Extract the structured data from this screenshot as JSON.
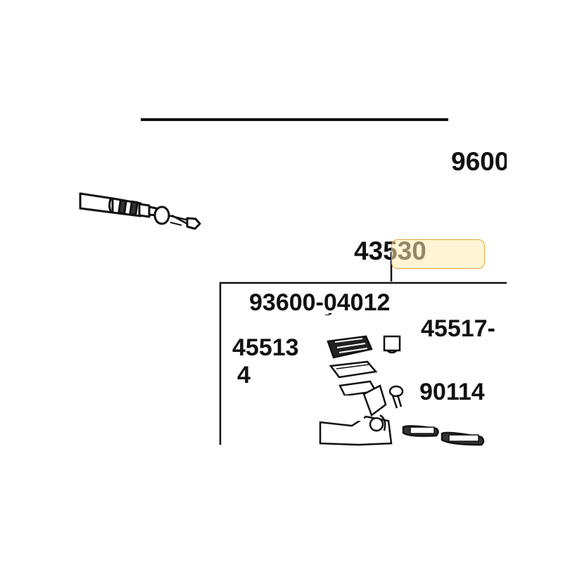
{
  "diagram": {
    "labels": {
      "top_right": "9600",
      "assembly": "43530",
      "bolt": "93600-04012",
      "right_top": "45517-",
      "cap": "45513",
      "partial_left": "4",
      "nut": "90114"
    },
    "highlight_color": "#e3a43f",
    "highlight_fill": "#ffecb0",
    "line_color": "#111111"
  }
}
